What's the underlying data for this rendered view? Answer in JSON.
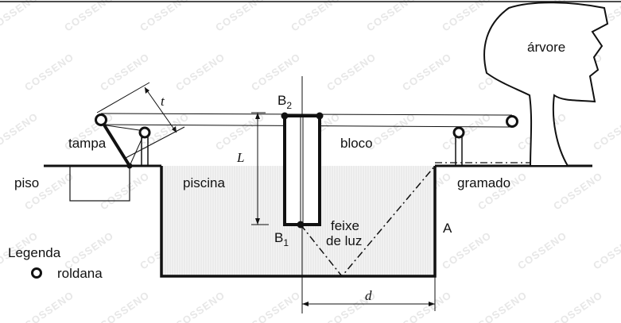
{
  "labels": {
    "arvore": "árvore",
    "B2_main": "B",
    "B2_sub": "2",
    "B1_main": "B",
    "B1_sub": "1",
    "t": "t",
    "L": "L",
    "d": "d",
    "A": "A",
    "tampa": "tampa",
    "bloco": "bloco",
    "piso": "piso",
    "piscina": "piscina",
    "gramado": "gramado",
    "feixe_l1": "feixe",
    "feixe_l2": "de luz",
    "legenda": "Legenda",
    "roldana": "roldana"
  },
  "watermark": "COSSENO",
  "colors": {
    "line": "#111111",
    "water": "#f1f1f1",
    "watermark": "#e7e7e7"
  }
}
